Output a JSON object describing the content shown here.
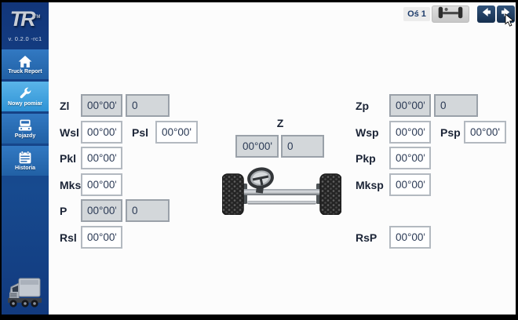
{
  "app": {
    "logo": "TR",
    "trademark": "TM",
    "version": "v. 0.2.0 -rc1"
  },
  "sidebar": {
    "items": [
      {
        "label": "Truck Report",
        "icon": "home-icon"
      },
      {
        "label": "Nowy pomiar",
        "icon": "wrench-icon"
      },
      {
        "label": "Pojazdy",
        "icon": "truck-icon"
      },
      {
        "label": "Historia",
        "icon": "calendar-icon"
      }
    ]
  },
  "topbar": {
    "axle_selector": "Oś 1",
    "axle_button_icon": "axle-icon",
    "prev_icon": "arrow-left-icon",
    "next_icon": "arrow-right-icon"
  },
  "panel_left": {
    "rows": [
      {
        "label": "Zl",
        "value": "00°00'",
        "extra": "0"
      },
      {
        "label": "Wsl",
        "value": "00°00'",
        "label2": "Psl",
        "value2": "00°00'"
      },
      {
        "label": "Pkl",
        "value": "00°00'"
      },
      {
        "label": "Mksl",
        "value": "00°00'"
      },
      {
        "label": "P",
        "value": "00°00'",
        "extra": "0"
      },
      {
        "label": "Rsl",
        "value": "00°00'"
      }
    ]
  },
  "panel_center": {
    "label": "Z",
    "value": "00°00'",
    "extra": "0"
  },
  "panel_right": {
    "rows": [
      {
        "label": "Zp",
        "value": "00°00'",
        "extra": "0"
      },
      {
        "label": "Wsp",
        "value": "00°00'",
        "label2": "Psp",
        "value2": "00°00'"
      },
      {
        "label": "Pkp",
        "value": "00°00'"
      },
      {
        "label": "Mksp",
        "value": "00°00'"
      },
      {
        "label": "RsP",
        "value": "00°00'"
      }
    ]
  },
  "colors": {
    "sidebar_navy": "#174a8f",
    "nav_item_blue": "#2a6cb4",
    "active_item_blue": "#41a4e0",
    "button_navy": "#1c3a5e",
    "field_gray_bg": "#d3d7da",
    "field_gray_border": "#9aa1a9",
    "field_white_border": "#b3b9c0",
    "value_text": "#2b3a55",
    "label_text": "#1b2436"
  }
}
